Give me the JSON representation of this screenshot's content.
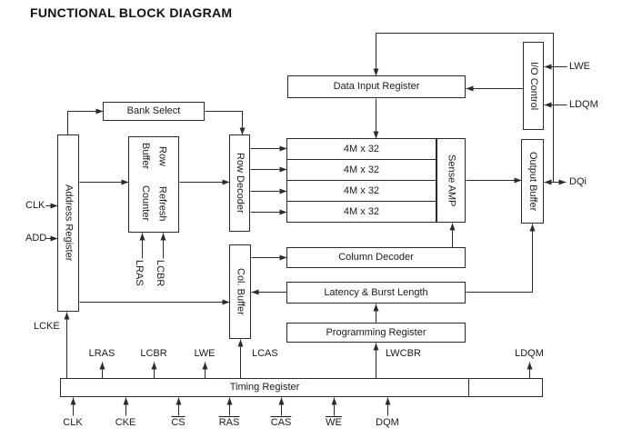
{
  "title": "FUNCTIONAL BLOCK DIAGRAM",
  "blocks": {
    "bank_select": "Bank Select",
    "address_register": "Address Register",
    "row_buffer_refresh_counter": {
      "line1": "Row Buffer",
      "line2": "Refresh Counter"
    },
    "row_decoder": "Row Decoder",
    "col_buffer": "Col. Buffer",
    "data_input_register": "Data Input Register",
    "io_control": "I/O Control",
    "memory_banks": [
      "4M x 32",
      "4M x 32",
      "4M x 32",
      "4M x 32"
    ],
    "sense_amp": "Sense AMP",
    "output_buffer": "Output Buffer",
    "column_decoder": "Column Decoder",
    "latency_burst_length": "Latency & Burst Length",
    "programming_register": "Programming Register",
    "timing_register": "Timing Register"
  },
  "signals": {
    "left": {
      "clk": "CLK",
      "add": "ADD",
      "lcke": "LCKE"
    },
    "refresh_counter_inputs": {
      "lras": "LRAS",
      "lcbr": "LCBR"
    },
    "right": {
      "lwe": "LWE",
      "ldqm": "LDQM",
      "dqi": "DQi"
    },
    "timing_outputs": {
      "lras": "LRAS",
      "lcbr": "LCBR",
      "lwe": "LWE",
      "lcas": "LCAS",
      "lwcbr": "LWCBR",
      "ldqm": "LDQM"
    },
    "timing_inputs": {
      "clk": "CLK",
      "cke": "CKE",
      "cs": "CS",
      "ras": "RAS",
      "cas": "CAS",
      "we": "WE",
      "dqm": "DQM"
    }
  },
  "colors": {
    "line": "#2b2b2b",
    "text": "#1a1a1a",
    "background": "#ffffff"
  }
}
